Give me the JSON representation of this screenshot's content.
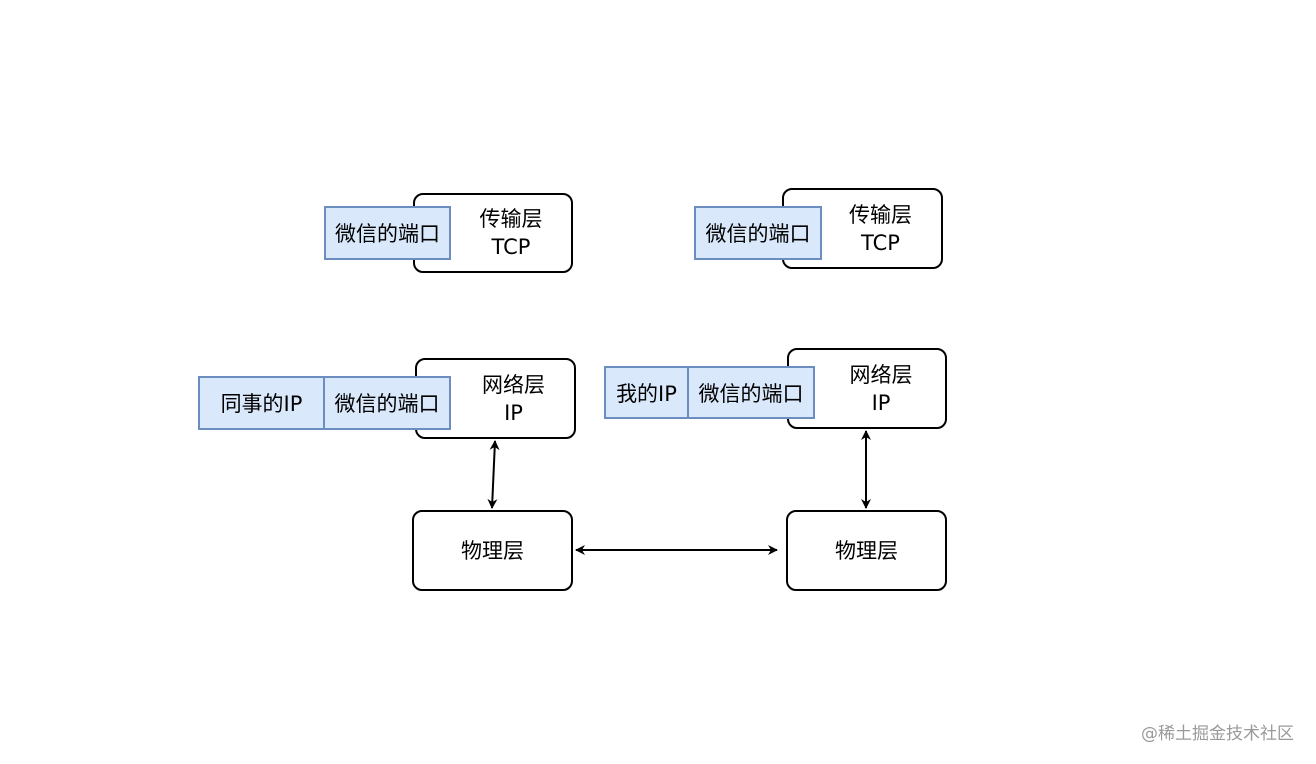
{
  "left": {
    "transport": {
      "name": "传输层",
      "protocol": "TCP",
      "port_tag": "微信的端口"
    },
    "network": {
      "name": "网络层",
      "protocol": "IP",
      "ip_tag": "同事的IP",
      "port_tag": "微信的端口"
    },
    "physical": {
      "name": "物理层"
    }
  },
  "right": {
    "transport": {
      "name": "传输层",
      "protocol": "TCP",
      "port_tag": "微信的端口"
    },
    "network": {
      "name": "网络层",
      "protocol": "IP",
      "ip_tag": "我的IP",
      "port_tag": "微信的端口"
    },
    "physical": {
      "name": "物理层"
    }
  },
  "colors": {
    "tag_fill": "#dae8fc",
    "tag_border": "#6c8ebf",
    "box_border": "#000000"
  },
  "watermark": "@稀土掘金技术社区"
}
